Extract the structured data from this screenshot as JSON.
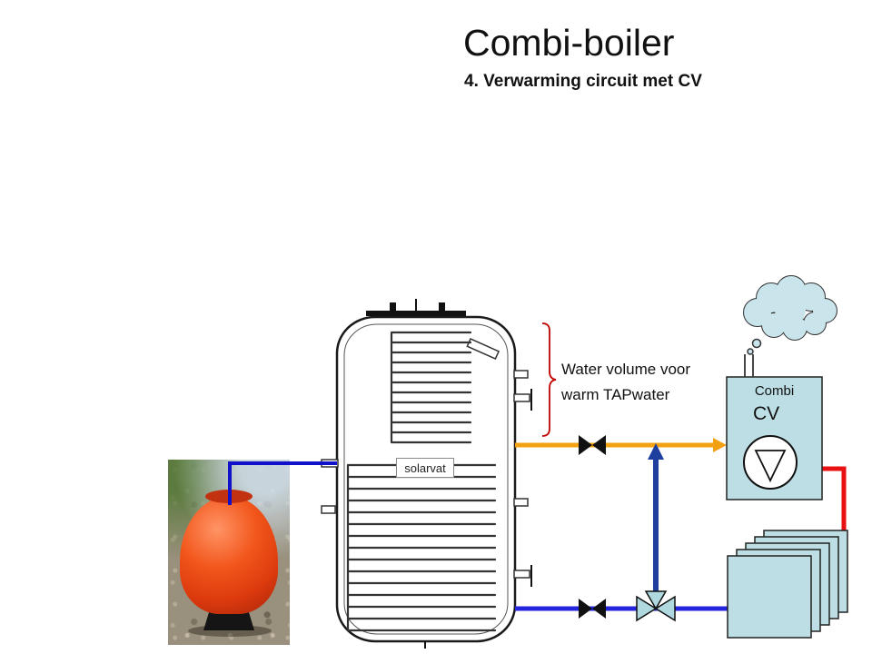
{
  "slide": {
    "title": "Combi-boiler",
    "subtitle": "4. Verwarming circuit met CV"
  },
  "tank": {
    "label": "solarvat"
  },
  "annotation": {
    "line1": "Water volume voor",
    "line2": "warm TAPwater"
  },
  "cv_unit": {
    "name": "Combi",
    "type": "CV"
  },
  "colors": {
    "tap_pipe_orange": "#F2A112",
    "return_pipe_blue": "#2525DD",
    "riser_pipe_navy": "#1E3F9E",
    "expansion_pipe_blue": "#1111CC",
    "radiator_pipe_red": "#E81010",
    "unit_fill": "#BCDEE4",
    "cloud_fill": "#C9E4EA",
    "bracket_red": "#C00000",
    "vessel_red": "#E53A12"
  }
}
